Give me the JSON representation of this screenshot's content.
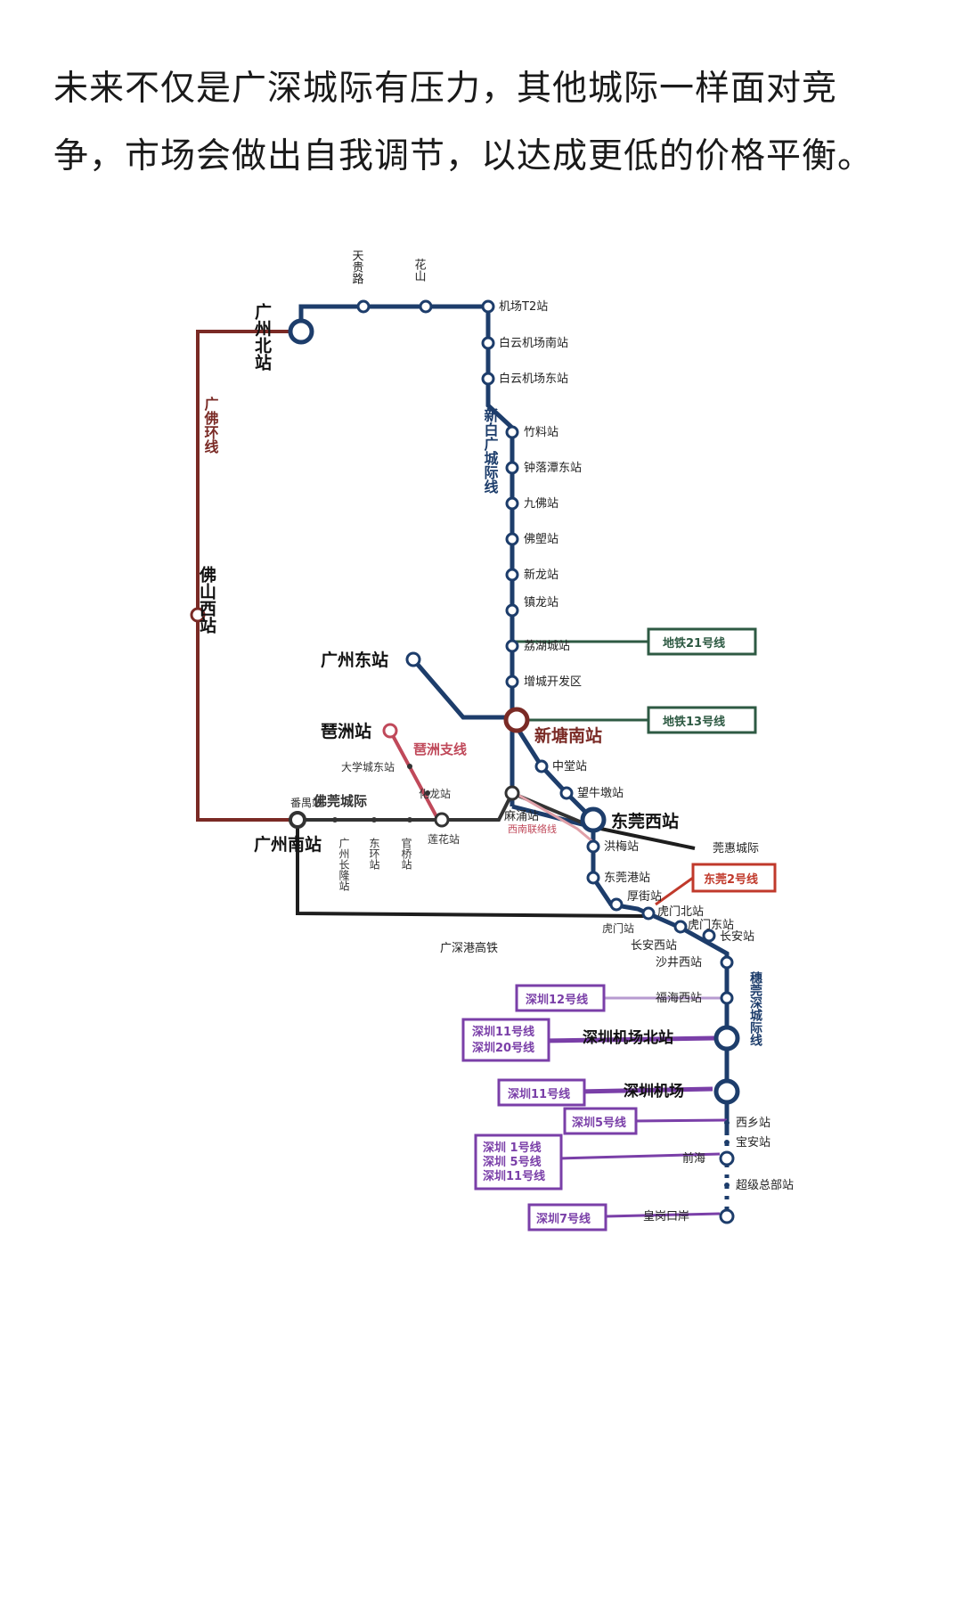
{
  "caption": {
    "line1": "未来不仅是广深城际有压力，其他城际一样面对竞",
    "line2": "争，市场会做出自我调节，以达成更低的价格平衡。"
  },
  "colors": {
    "navy": "#1d3d6b",
    "maroon": "#7a2a25",
    "black": "#1e1e1e",
    "pink": "#c0495a",
    "green": "#2e5a43",
    "purple": "#7a3fa8",
    "red": "#c0392b"
  },
  "lines": {
    "guangfo_ring": "广佛环线",
    "xinbai_intercity": "新白广城际线",
    "pixhou_branch": "琶洲支线",
    "fowan_intercity": "佛莞城际",
    "xinan_link": "西南联络线",
    "gsg_hsr": "广深港高铁",
    "suiguan_intercity": "穗莞深城际线",
    "guanhui": "莞惠城际"
  },
  "stations": {
    "guangzhou_north": "广州北站",
    "tianguilu": "天贵路",
    "huashan": "花山",
    "airport_t2": "机场T2站",
    "baiyun_airport_south": "白云机场南站",
    "baiyun_airport_east": "白云机场东站",
    "zhuliao": "竹料站",
    "zhongluotan_east": "钟落潭东站",
    "jiufo": "九佛站",
    "foao": "佛塱站",
    "xinlong": "新龙站",
    "zhenlong": "镇龙站",
    "lihu": "荔湖城站",
    "zengcheng_dev": "增城开发区",
    "guangzhou_east": "广州东站",
    "xintang_south": "新塘南站",
    "zhongtang": "中堂站",
    "wangniudun": "望牛墩站",
    "dongguan_west": "东莞西站",
    "pazhou": "琶洲站",
    "univ_town_east": "大学城东站",
    "hualong": "化龙站",
    "panyu": "番禺站",
    "guangzhou_south": "广州南站",
    "foshan_west": "佛山西站",
    "changlong": "广州长隆站",
    "donghuan": "东环站",
    "guanqiao": "官桥站",
    "lianhua": "莲花站",
    "machong": "麻涌站",
    "hongmei": "洪梅站",
    "dongguan_port": "东莞港站",
    "houjie": "厚街站",
    "humen_north": "虎门北站",
    "humen": "虎门站",
    "humen_east": "虎门东站",
    "changan_west": "长安西站",
    "changan": "长安站",
    "shajing_west": "沙井西站",
    "fuhai_west": "福海西站",
    "sz_airport_north": "深圳机场北站",
    "sz_airport": "深圳机场",
    "xixiang": "西乡站",
    "baoan": "宝安站",
    "qianhai": "前海",
    "hq_station": "超级总部站",
    "huanggang": "皇岗口岸"
  },
  "transfers": {
    "metro21": "地铁21号线",
    "metro13": "地铁13号线",
    "dg2": "东莞2号线",
    "sz12": "深圳12号线",
    "sz11_20": [
      "深圳11号线",
      "深圳20号线"
    ],
    "sz11": "深圳11号线",
    "sz5": "深圳5号线",
    "sz_multi": [
      "深圳 1号线",
      "深圳 5号线",
      "深圳11号线"
    ],
    "sz7": "深圳7号线"
  }
}
